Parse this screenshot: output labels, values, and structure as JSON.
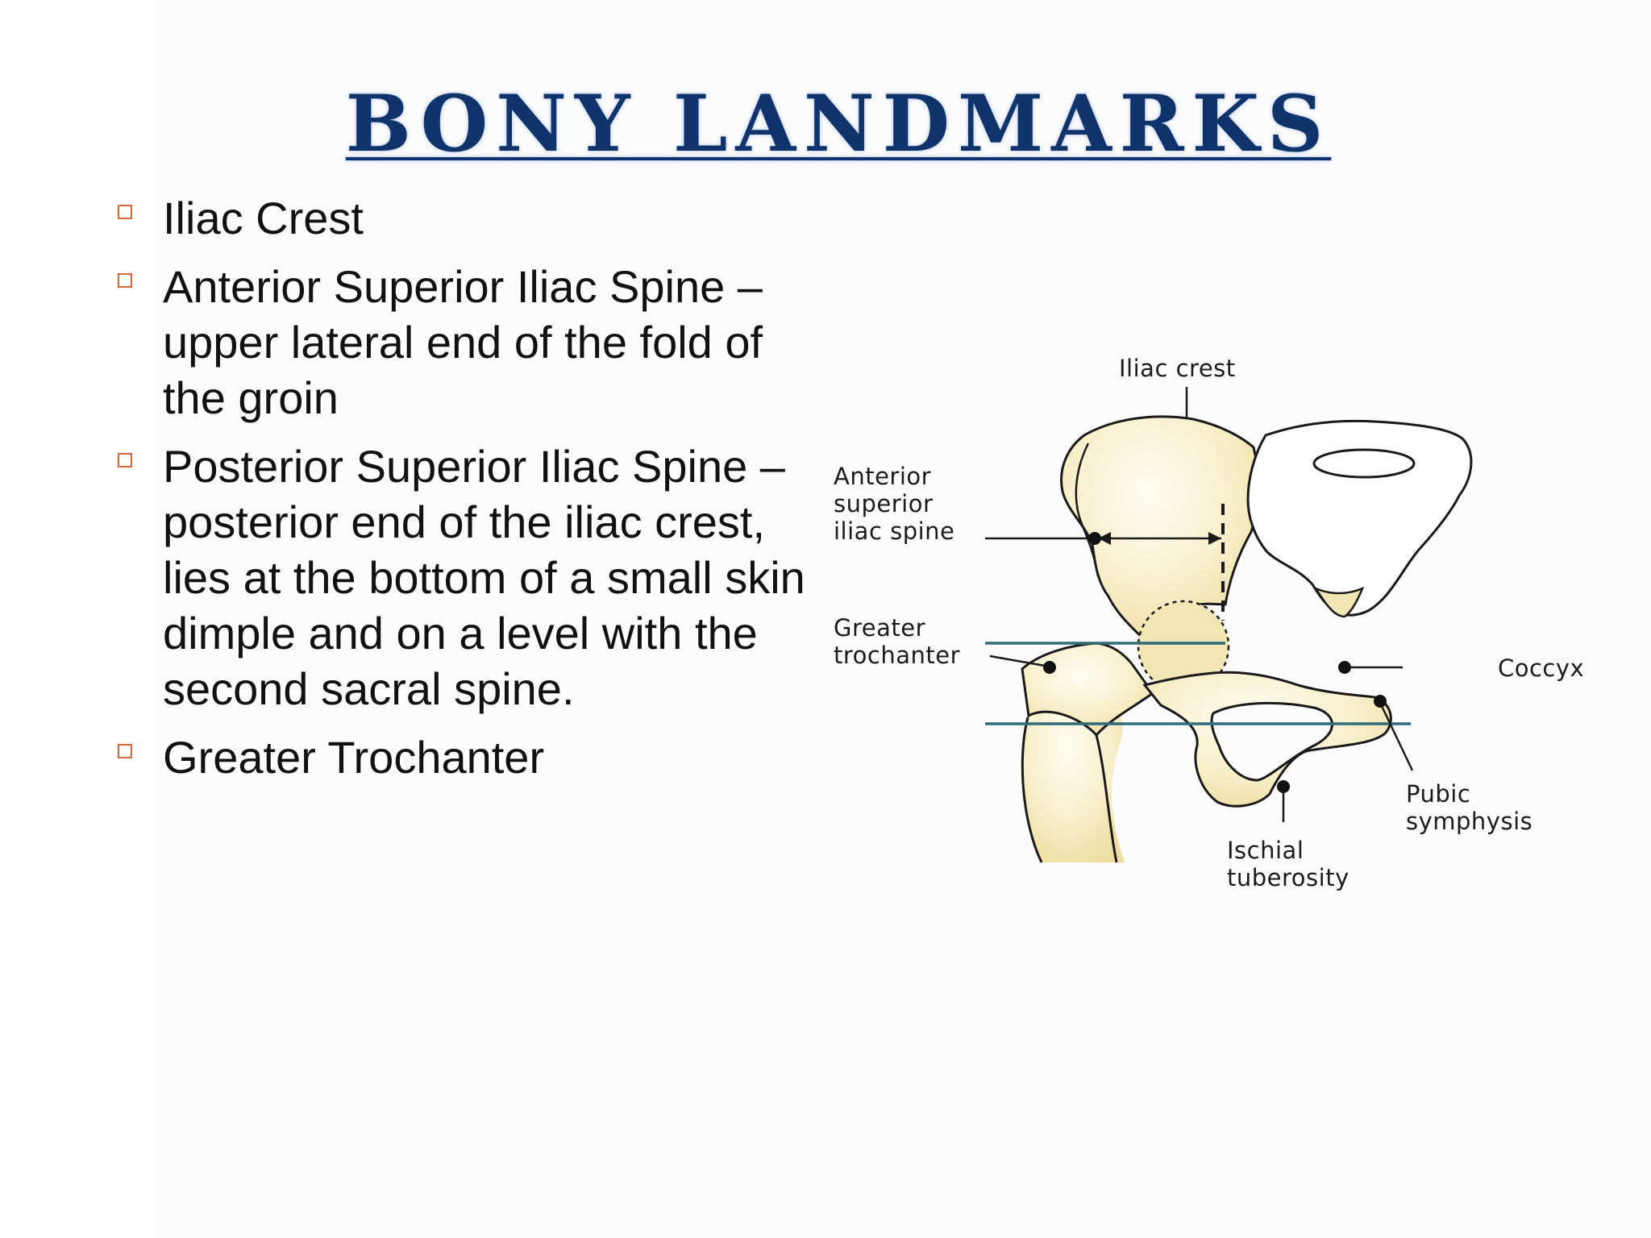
{
  "slide": {
    "title": "BONY LANDMARKS",
    "bullets": [
      "Iliac Crest",
      "Anterior Superior Iliac Spine – upper lateral end of the fold of the groin",
      "Posterior Superior Iliac Spine – posterior end of the iliac crest, lies at the bottom of a small skin dimple and on a level with the second sacral spine.",
      "Greater Trochanter"
    ]
  },
  "figure": {
    "labels": {
      "iliac_crest": "Iliac crest",
      "asis": "Anterior\nsuperior\niliac spine",
      "greater_trochanter": "Greater\ntrochanter",
      "coccyx": "Coccyx",
      "pubic_symphysis": "Pubic\nsymphysis",
      "ischial_tuberosity": "Ischial\ntuberosity"
    },
    "colors": {
      "bone_fill": "#f7ecc4",
      "outline": "#1a1a1a",
      "reference_line": "#2f6b78"
    }
  },
  "theme": {
    "title_color": "#10336b",
    "bullet_marker_color": "#d8683a"
  }
}
